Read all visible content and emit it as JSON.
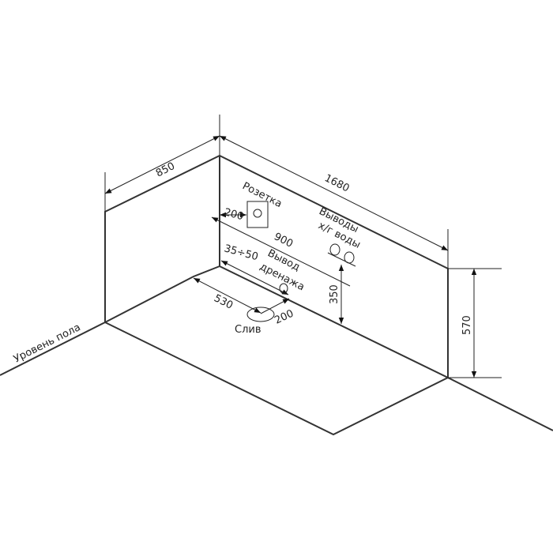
{
  "dims": {
    "width": "850",
    "length": "1680",
    "height": "570",
    "h350": "350",
    "d900": "900",
    "d200a": "200",
    "d3550": "35÷50",
    "d530": "530",
    "d200b": "200"
  },
  "labels": {
    "socket": "Розетка",
    "drain_out_1": "Вывод",
    "drain_out_2": "дренажа",
    "water_1": "Выводы",
    "water_2": "х/г воды",
    "drain": "Слив",
    "floor": "Уровень пола"
  }
}
